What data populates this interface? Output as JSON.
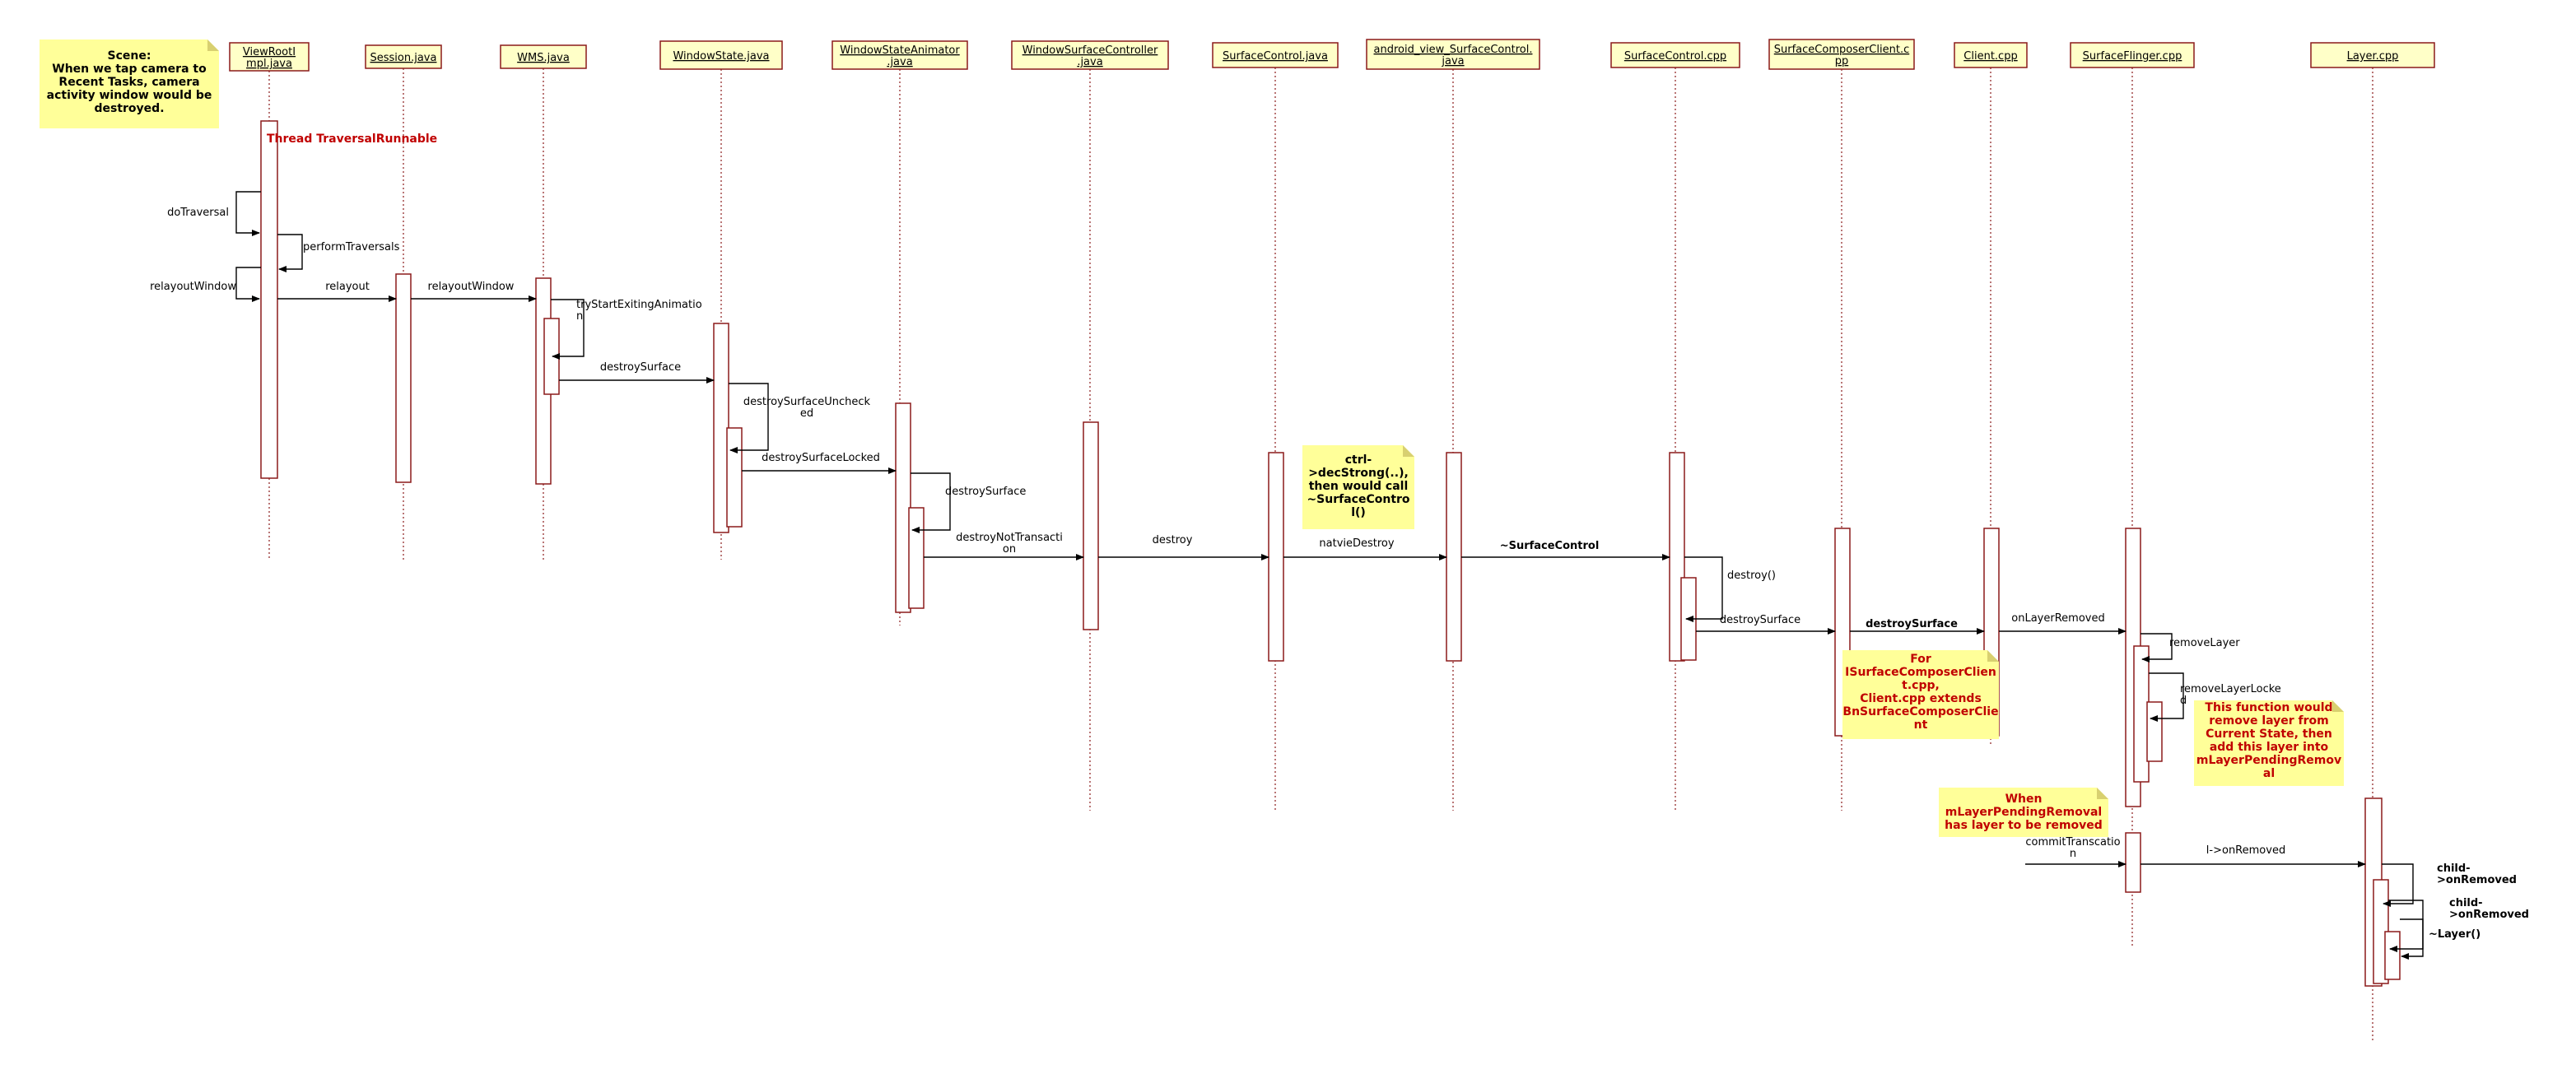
{
  "colors": {
    "participant_fill": "#ffffc8",
    "participant_border": "#8b1a1a",
    "lifeline": "#8b1a1a",
    "activation_fill": "#ffffff",
    "activation_border": "#8b1a1a",
    "note_fill": "#ffff99",
    "message": "#000000",
    "note_red_text": "#c00000"
  },
  "participants": [
    {
      "id": "viewroot",
      "label": [
        "ViewRootI",
        "mpl.java"
      ]
    },
    {
      "id": "session",
      "label": [
        "Session.java"
      ]
    },
    {
      "id": "wms",
      "label": [
        "WMS.java"
      ]
    },
    {
      "id": "windowstate",
      "label": [
        "WindowState.java"
      ]
    },
    {
      "id": "wsa",
      "label": [
        "WindowStateAnimator",
        ".java"
      ]
    },
    {
      "id": "wsc",
      "label": [
        "WindowSurfaceController",
        ".java"
      ]
    },
    {
      "id": "scjava",
      "label": [
        "SurfaceControl.java"
      ]
    },
    {
      "id": "androidview",
      "label": [
        "android_view_SurfaceControl.",
        "java"
      ]
    },
    {
      "id": "sccpp",
      "label": [
        "SurfaceControl.cpp"
      ]
    },
    {
      "id": "scc",
      "label": [
        "SurfaceComposerClient.c",
        "pp"
      ]
    },
    {
      "id": "client",
      "label": [
        "Client.cpp"
      ]
    },
    {
      "id": "sf",
      "label": [
        "SurfaceFlinger.cpp"
      ]
    },
    {
      "id": "layer",
      "label": [
        "Layer.cpp"
      ]
    }
  ],
  "thread_label": "Thread TraversalRunnable",
  "messages": [
    {
      "id": "doTraversal",
      "label": [
        "doTraversal"
      ],
      "bold": false
    },
    {
      "id": "performTraversals",
      "label": [
        "performTraversals"
      ],
      "bold": false
    },
    {
      "id": "relayoutWindow_self",
      "label": [
        "relayoutWindow"
      ],
      "bold": false
    },
    {
      "id": "relayout",
      "label": [
        "relayout"
      ],
      "bold": false
    },
    {
      "id": "relayoutWindow",
      "label": [
        "relayoutWindow"
      ],
      "bold": false
    },
    {
      "id": "tryStartExitingAnimation",
      "label": [
        "tryStartExitingAnimatio",
        "n"
      ],
      "bold": false
    },
    {
      "id": "destroySurface_ws",
      "label": [
        "destroySurface"
      ],
      "bold": false
    },
    {
      "id": "destroySurfaceUnchecked",
      "label": [
        "destroySurfaceUncheck",
        "ed"
      ],
      "bold": false
    },
    {
      "id": "destroySurfaceLocked",
      "label": [
        "destroySurfaceLocked"
      ],
      "bold": false
    },
    {
      "id": "destroySurface_wsa",
      "label": [
        "destroySurface"
      ],
      "bold": false
    },
    {
      "id": "destroyNotTransaction",
      "label": [
        "destroyNotTransacti",
        "on"
      ],
      "bold": false
    },
    {
      "id": "destroy_wsc",
      "label": [
        "destroy"
      ],
      "bold": false
    },
    {
      "id": "natvieDestroy",
      "label": [
        "natvieDestroy"
      ],
      "bold": false
    },
    {
      "id": "dtor_sc",
      "label": [
        "~SurfaceControl"
      ],
      "bold": true
    },
    {
      "id": "destroy_call",
      "label": [
        "destroy()"
      ],
      "bold": false
    },
    {
      "id": "destroySurface_cpp",
      "label": [
        "destroySurface"
      ],
      "bold": false
    },
    {
      "id": "destroySurface_bold",
      "label": [
        "destroySurface"
      ],
      "bold": true
    },
    {
      "id": "onLayerRemoved",
      "label": [
        "onLayerRemoved"
      ],
      "bold": false
    },
    {
      "id": "removeLayer",
      "label": [
        "removeLayer"
      ],
      "bold": false
    },
    {
      "id": "removeLayerLocked",
      "label": [
        "removeLayerLocke",
        "d"
      ],
      "bold": false
    },
    {
      "id": "commitTransaction",
      "label": [
        "commitTranscatio",
        "n"
      ],
      "bold": false
    },
    {
      "id": "l_onRemoved",
      "label": [
        "l->onRemoved"
      ],
      "bold": false
    },
    {
      "id": "child_onRemoved_1",
      "label": [
        "child-",
        ">onRemoved"
      ],
      "bold": true
    },
    {
      "id": "child_onRemoved_2",
      "label": [
        "child-",
        ">onRemoved"
      ],
      "bold": true
    },
    {
      "id": "dtor_layer",
      "label": [
        "~Layer()"
      ],
      "bold": true
    }
  ],
  "notes": [
    {
      "id": "scene",
      "lines": [
        "Scene:",
        "When we tap camera to",
        "Recent Tasks, camera",
        "activity window would be",
        "destroyed."
      ],
      "red": false
    },
    {
      "id": "decstrong",
      "lines": [
        "ctrl-",
        ">decStrong(..),",
        "then would call",
        "~SurfaceContro",
        "l()"
      ],
      "red": false
    },
    {
      "id": "extends",
      "lines": [
        "For",
        "ISurfaceComposerClien",
        "t.cpp,",
        "Client.cpp extends",
        "BnSurfaceComposerClie",
        "nt"
      ],
      "red": true
    },
    {
      "id": "pending",
      "lines": [
        "When",
        "mLayerPendingRemoval",
        "has layer to be removed"
      ],
      "red": true
    },
    {
      "id": "removefunc",
      "lines": [
        "This function would",
        "remove layer from",
        "Current State, then",
        "add this layer into",
        "mLayerPendingRemov",
        "al"
      ],
      "red": true
    }
  ]
}
